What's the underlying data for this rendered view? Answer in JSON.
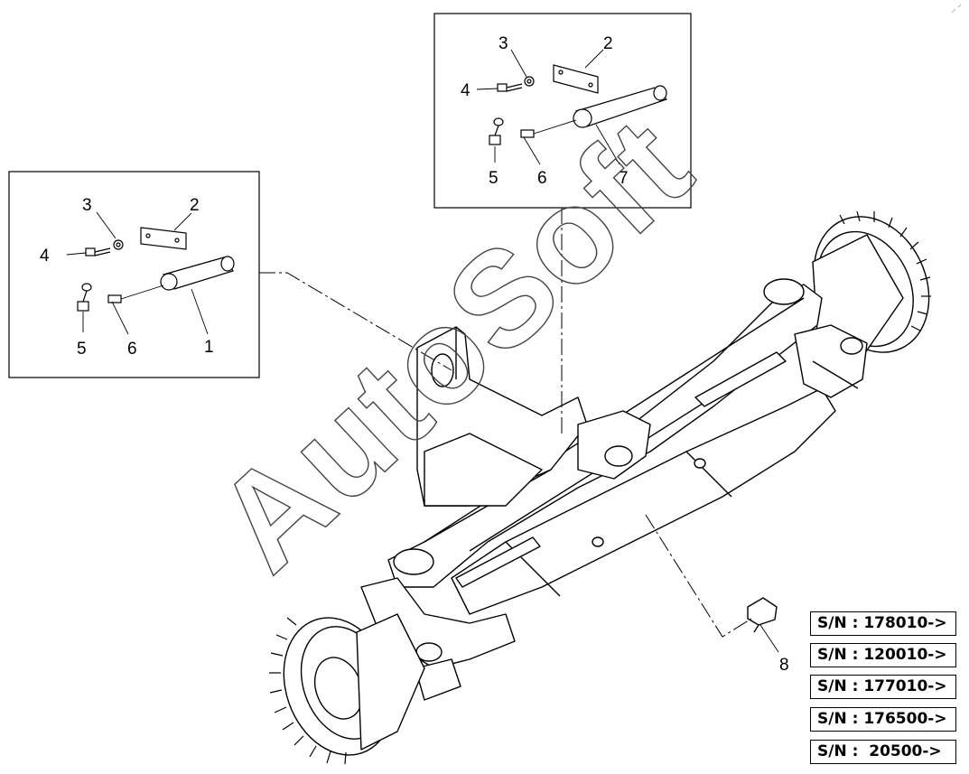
{
  "watermark": "AutoSoft",
  "callouts_left": [
    "1",
    "2",
    "3",
    "4",
    "5",
    "6"
  ],
  "callouts_top": [
    "2",
    "3",
    "4",
    "5",
    "6",
    "7"
  ],
  "callout_main": "8",
  "serials": [
    "S/N : 178010->",
    "S/N : 120010->",
    "S/N : 177010->",
    "S/N : 176500->",
    "S/N :  20500->"
  ]
}
